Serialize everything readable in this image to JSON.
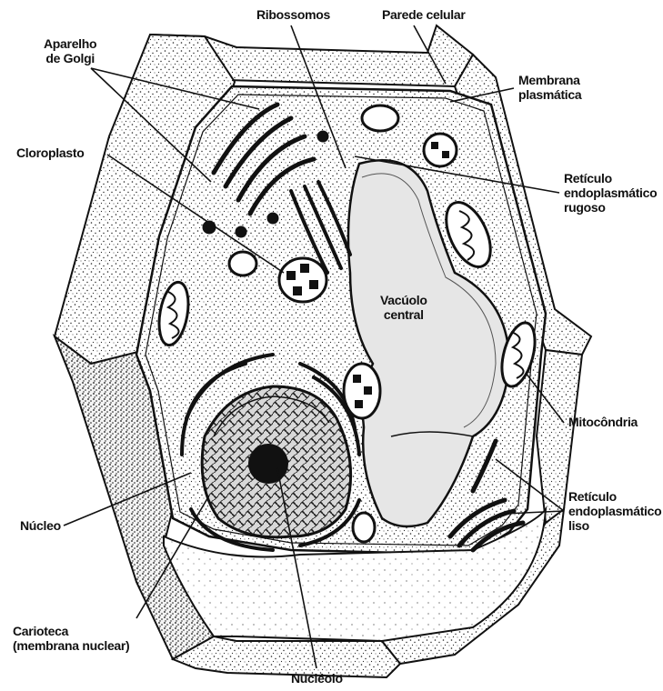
{
  "labels": {
    "ribossomos": "Ribossomos",
    "parede_celular": "Parede celular",
    "aparelho_golgi": [
      "Aparelho",
      "de Golgi"
    ],
    "membrana_plasmatica": [
      "Membrana",
      "plasmática"
    ],
    "cloroplasto": "Cloroplasto",
    "reticulo_rugoso": [
      "Retículo",
      "endoplasmático",
      "rugoso"
    ],
    "vacuolo_central": [
      "Vacúolo",
      "central"
    ],
    "mitocondria": "Mitocôndria",
    "reticulo_liso": [
      "Retículo",
      "endoplasmático",
      "liso"
    ],
    "nucleo": "Núcleo",
    "carioteca": [
      "Carioteca",
      "(membrana nuclear)"
    ],
    "nucleolo": "Nucléolo"
  },
  "colors": {
    "ink": "#111111",
    "paper": "#ffffff",
    "stipple": "#2a2a2a",
    "vacuole": "#e9e9e9"
  }
}
